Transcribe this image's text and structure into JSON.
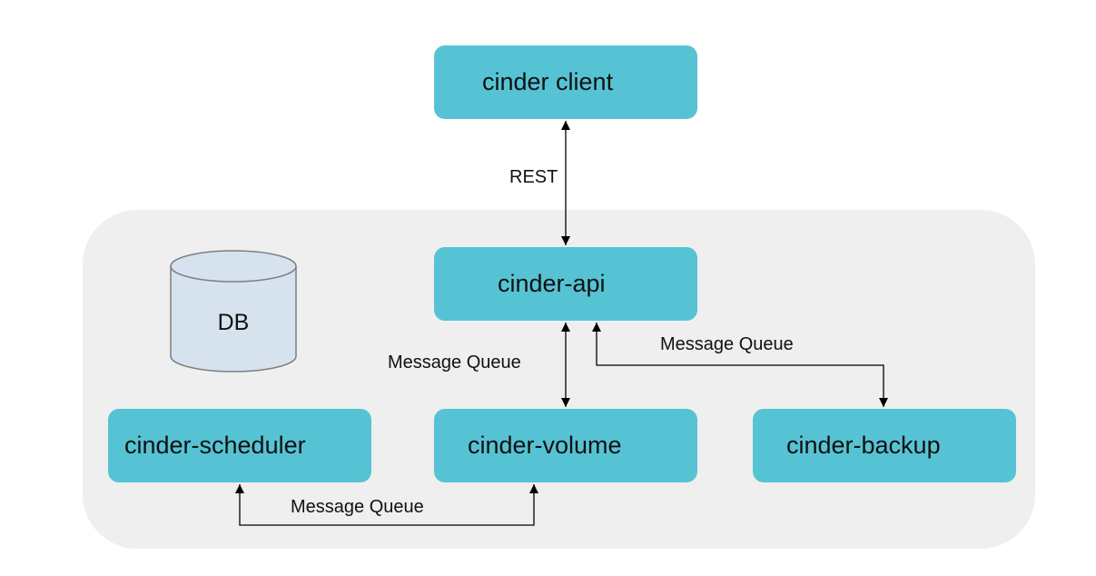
{
  "nodes": {
    "client": "cinder client",
    "api": "cinder-api",
    "scheduler": "cinder-scheduler",
    "volume": "cinder-volume",
    "backup": "cinder-backup",
    "db": "DB"
  },
  "edges": {
    "client_api": "REST",
    "api_volume": "Message Queue",
    "api_backup": "Message Queue",
    "scheduler_volume": "Message Queue"
  },
  "colors": {
    "node_fill": "#56c3d4",
    "group_fill": "#efefef",
    "db_fill": "#d6e3ee",
    "db_stroke": "#7f7f7f",
    "line": "#000000"
  }
}
